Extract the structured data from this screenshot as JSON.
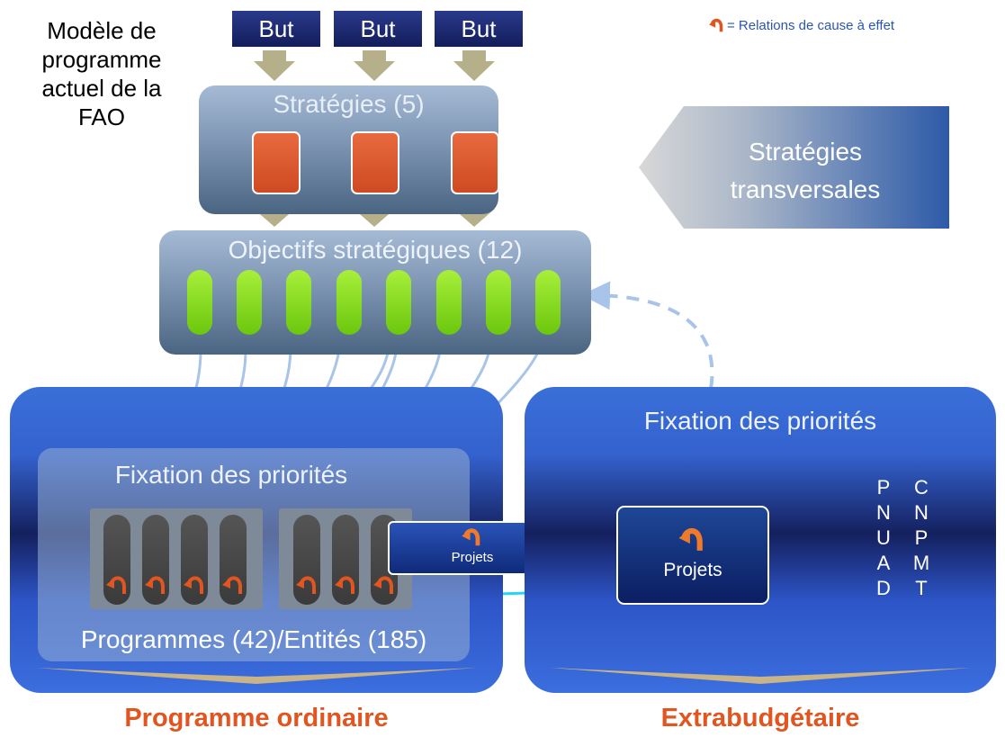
{
  "header": {
    "title": "Modèle de\nprogramme\nactuel de la\nFAO",
    "legend": "= Relations de cause à effet"
  },
  "goals": [
    "But",
    "But",
    "But"
  ],
  "strategies": {
    "title": "Stratégies (5)"
  },
  "objectives": {
    "title": "Objectifs stratégiques (12)"
  },
  "cross_cutting": {
    "label": "Stratégies\ntransversales"
  },
  "regular": {
    "priorities_title": "Fixation des priorités",
    "programmes_title": "Programmes (42)/Entités (185)",
    "projects_label": "Projets",
    "bottom_label": "Programme ordinaire"
  },
  "extrabudgetary": {
    "priorities_title": "Fixation des priorités",
    "projects_label": "Projets",
    "undaf_letters": [
      "P",
      "N",
      "U",
      "A",
      "D"
    ],
    "nmtpf_letters": [
      "C",
      "N",
      "P",
      "M",
      "T"
    ],
    "bottom_label": "Extrabudgétaire"
  },
  "colors": {
    "accent_orange": "#e05520",
    "goal_navy": "#1a2670",
    "objective_green": "#7fd41b",
    "legend_blue": "#2a55b8"
  }
}
